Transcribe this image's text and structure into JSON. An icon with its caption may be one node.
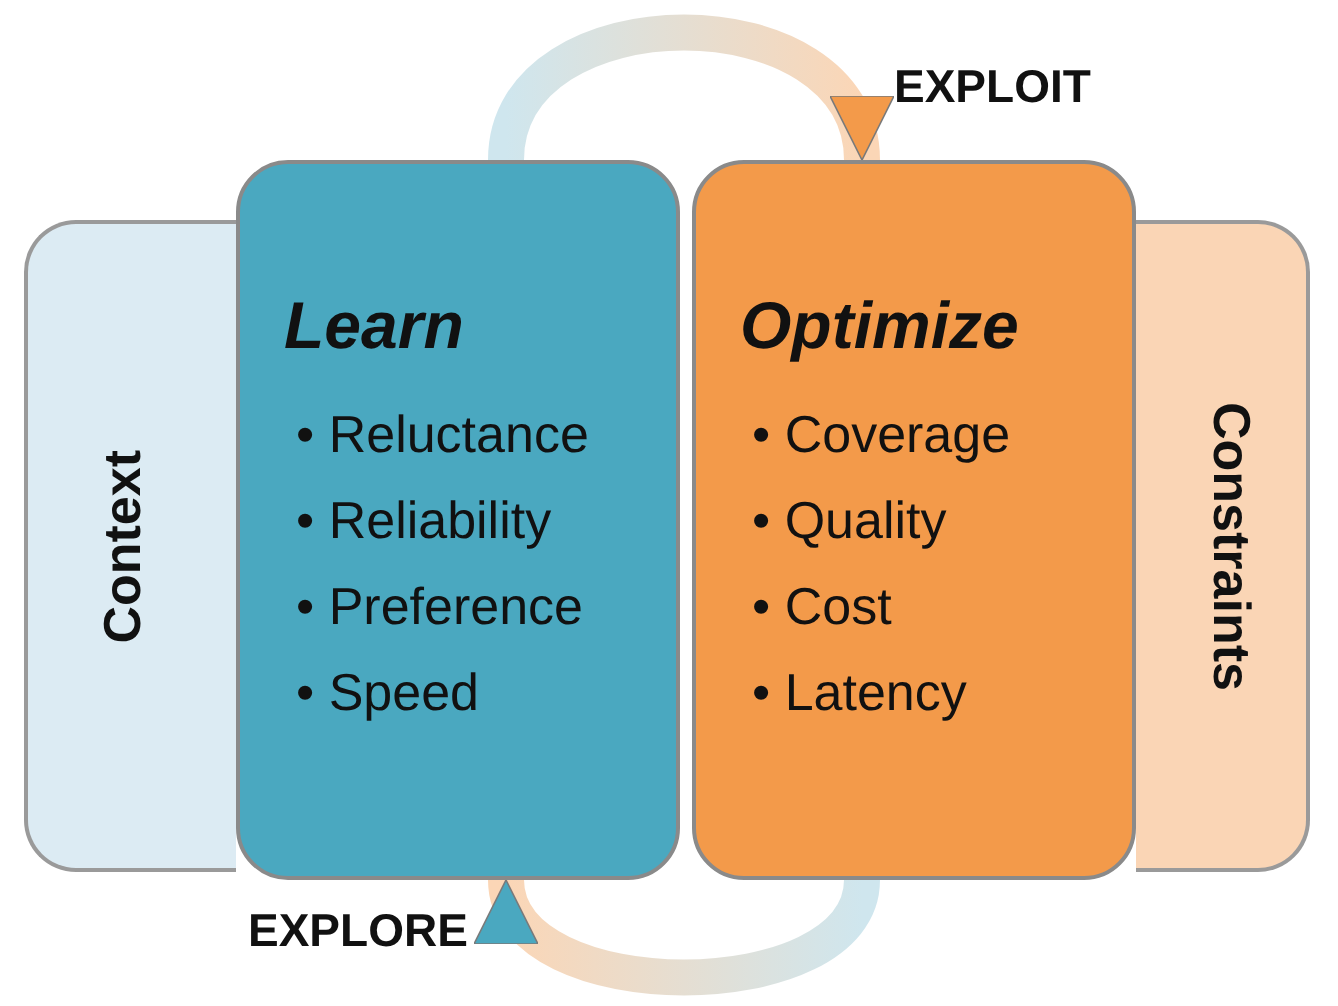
{
  "diagram": {
    "nodes": [
      {
        "text": [
          "Context"
        ]
      },
      {
        "text": [
          "Learn",
          "• Reluctance",
          "• Reliability",
          "• Preference",
          "• Speed"
        ]
      },
      {
        "text": [
          "Optimize",
          "• Coverage",
          "• Quality",
          "• Cost",
          "• Latency"
        ]
      },
      {
        "text": [
          "Constraints"
        ]
      }
    ],
    "edges": [
      {
        "from": 1,
        "to": 2,
        "arrow": "to",
        "label": "EXPLOIT"
      },
      {
        "from": 2,
        "to": 1,
        "arrow": "to",
        "label": "EXPLORE"
      }
    ]
  }
}
